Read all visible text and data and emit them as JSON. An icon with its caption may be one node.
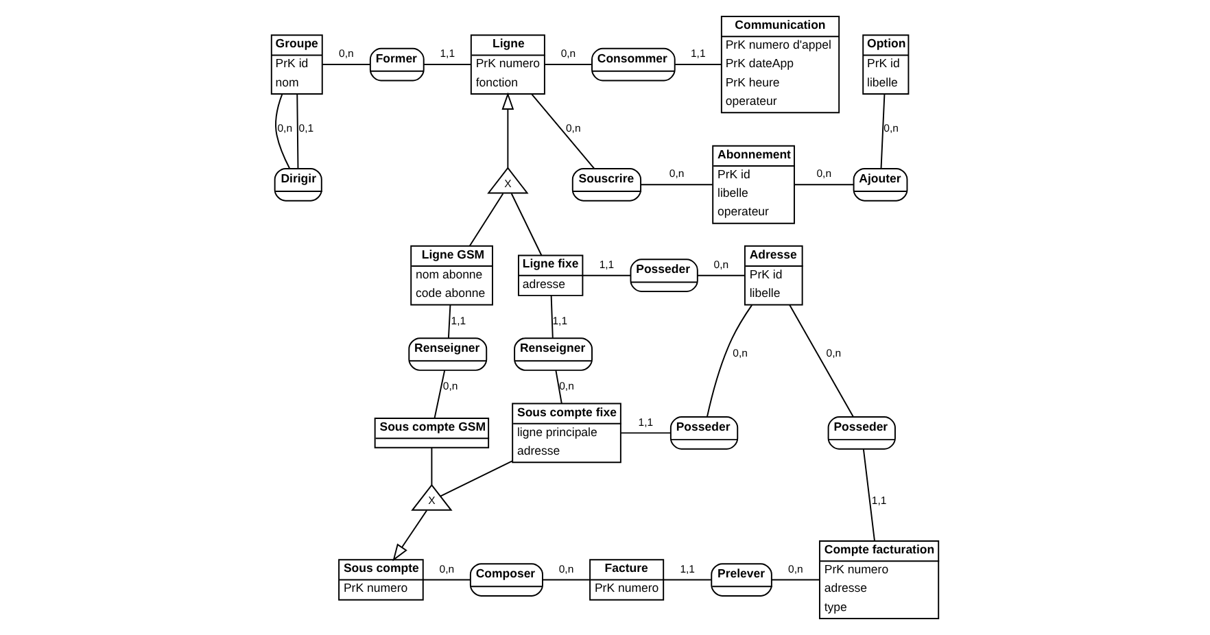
{
  "diagram": {
    "nodes": [
      {
        "text": [
          "Groupe",
          "PrK id",
          "nom"
        ]
      },
      {
        "text": [
          "Former"
        ]
      },
      {
        "text": [
          "Ligne",
          "PrK numero",
          "fonction"
        ]
      },
      {
        "text": [
          "Consommer"
        ]
      },
      {
        "text": [
          "Communication",
          "PrK numero d'appel",
          "PrK dateApp",
          "PrK heure",
          "operateur"
        ]
      },
      {
        "text": [
          "Option",
          "PrK id",
          "libelle"
        ]
      },
      {
        "text": [
          "Dirigir"
        ]
      },
      {
        "text": [
          "X"
        ]
      },
      {
        "text": [
          "Souscrire"
        ]
      },
      {
        "text": [
          "Abonnement",
          "PrK id",
          "libelle",
          "operateur"
        ]
      },
      {
        "text": [
          "Ajouter"
        ]
      },
      {
        "text": [
          "Ligne GSM",
          "nom abonne",
          "code abonne"
        ]
      },
      {
        "text": [
          "Ligne fixe",
          "adresse"
        ]
      },
      {
        "text": [
          "Posseder"
        ]
      },
      {
        "text": [
          "Adresse",
          "PrK id",
          "libelle"
        ]
      },
      {
        "text": [
          "Renseigner"
        ]
      },
      {
        "text": [
          "Renseigner"
        ]
      },
      {
        "text": [
          "Sous compte GSM"
        ]
      },
      {
        "text": [
          "Sous compte fixe",
          "ligne principale",
          "adresse"
        ]
      },
      {
        "text": [
          "Posseder"
        ]
      },
      {
        "text": [
          "Posseder"
        ]
      },
      {
        "text": [
          "X"
        ]
      },
      {
        "text": [
          "Sous compte",
          "PrK numero"
        ]
      },
      {
        "text": [
          "Composer"
        ]
      },
      {
        "text": [
          "Facture",
          "PrK numero"
        ]
      },
      {
        "text": [
          "Prelever"
        ]
      },
      {
        "text": [
          "Compte facturation",
          "PrK numero",
          "adresse",
          "type"
        ]
      }
    ],
    "edges": [
      {
        "from": 0,
        "to": 1,
        "arrow": "none",
        "label": "0,n"
      },
      {
        "from": 1,
        "to": 2,
        "arrow": "none",
        "label": "1,1"
      },
      {
        "from": 0,
        "to": 6,
        "arrow": "none",
        "label": "0,1"
      },
      {
        "from": 0,
        "to": 6,
        "arrow": "none",
        "label": "0,n"
      },
      {
        "from": 2,
        "to": 3,
        "arrow": "none",
        "label": "0,n"
      },
      {
        "from": 3,
        "to": 4,
        "arrow": "none",
        "label": "1,1"
      },
      {
        "from": 2,
        "to": 8,
        "arrow": "none",
        "label": "0,n"
      },
      {
        "from": 8,
        "to": 9,
        "arrow": "none",
        "label": "0,n"
      },
      {
        "from": 9,
        "to": 10,
        "arrow": "none",
        "label": "0,n"
      },
      {
        "from": 5,
        "to": 10,
        "arrow": "none",
        "label": "0,n"
      },
      {
        "from": 7,
        "to": 2,
        "arrow": "to"
      },
      {
        "from": 7,
        "to": 11,
        "arrow": "none"
      },
      {
        "from": 7,
        "to": 12,
        "arrow": "none"
      },
      {
        "from": 11,
        "to": 15,
        "arrow": "none",
        "label": "1,1"
      },
      {
        "from": 15,
        "to": 17,
        "arrow": "none",
        "label": "0,n"
      },
      {
        "from": 12,
        "to": 16,
        "arrow": "none",
        "label": "1,1"
      },
      {
        "from": 16,
        "to": 18,
        "arrow": "none",
        "label": "0,n"
      },
      {
        "from": 12,
        "to": 13,
        "arrow": "none",
        "label": "1,1"
      },
      {
        "from": 13,
        "to": 14,
        "arrow": "none",
        "label": "0,n"
      },
      {
        "from": 18,
        "to": 19,
        "arrow": "none",
        "label": "1,1"
      },
      {
        "from": 14,
        "to": 19,
        "arrow": "none",
        "label": "0,n"
      },
      {
        "from": 14,
        "to": 20,
        "arrow": "none",
        "label": "0,n"
      },
      {
        "from": 20,
        "to": 26,
        "arrow": "none",
        "label": "1,1"
      },
      {
        "from": 17,
        "to": 21,
        "arrow": "none"
      },
      {
        "from": 18,
        "to": 21,
        "arrow": "none"
      },
      {
        "from": 21,
        "to": 22,
        "arrow": "to"
      },
      {
        "from": 22,
        "to": 23,
        "arrow": "none",
        "label": "0,n"
      },
      {
        "from": 23,
        "to": 24,
        "arrow": "none",
        "label": "0,n"
      },
      {
        "from": 24,
        "to": 25,
        "arrow": "none",
        "label": "1,1"
      },
      {
        "from": 25,
        "to": 26,
        "arrow": "none",
        "label": "0,n"
      }
    ]
  }
}
